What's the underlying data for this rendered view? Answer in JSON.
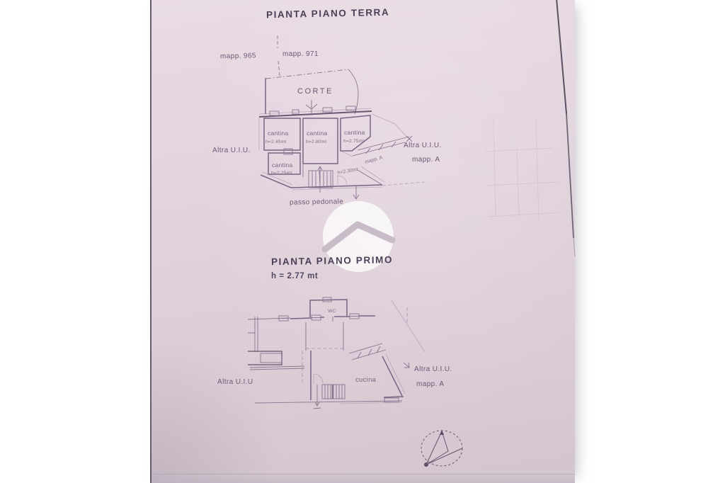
{
  "page": {
    "background_color": "#ffffff",
    "paper_color": "#e0d1db",
    "ink_color": "#6a5672",
    "crease_color": "#443a4e"
  },
  "ground_floor": {
    "title": "PIANTA PIANO TERRA",
    "mapp_left": "mapp. 965",
    "mapp_right": "mapp. 971",
    "corte_label": "CORTE",
    "rooms": [
      {
        "name": "cantina",
        "height": "h=2.45mt"
      },
      {
        "name": "cantina",
        "height": "h=2.80mt"
      },
      {
        "name": "cantina",
        "height": "h=2.75mt"
      },
      {
        "name": "cantina",
        "height": "h=2.25mt"
      }
    ],
    "rotated_mapp_label": "mapp. A",
    "rotated_height_label": "h=2.30mt",
    "left_unit_label": "Altra U.I.U.",
    "right_unit_label": "Altra U.I.U.",
    "right_unit_mapp": "mapp. A",
    "walkway_label": "passo pedonale"
  },
  "first_floor": {
    "title": "PIANTA PIANO PRIMO",
    "height_note": "h = 2.77 mt",
    "wc_label": "WC",
    "kitchen_label": "cucina",
    "left_unit_label": "Altra U.I.U",
    "right_unit_label": "Altra U.I.U.",
    "right_unit_mapp": "mapp. A"
  },
  "watermark": {
    "icon": "house-roof-icon",
    "circle_color": "#ffffff",
    "roof_color": "#c2b6c2"
  },
  "compass": {
    "icon": "north-arrow-icon"
  }
}
